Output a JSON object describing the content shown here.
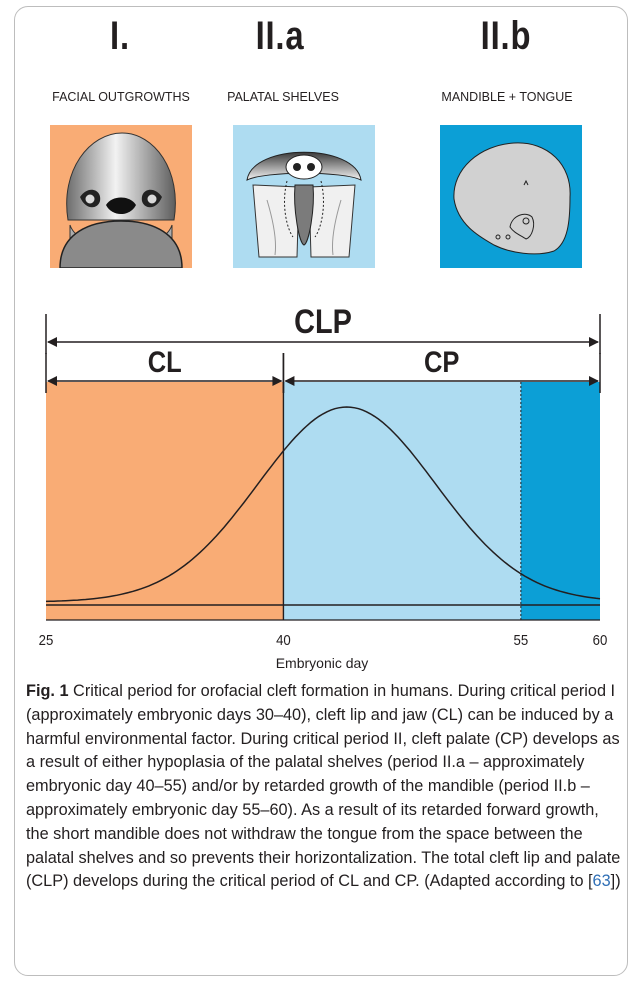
{
  "periods": [
    {
      "roman": "I.",
      "label": "FACIAL OUTGROWTHS",
      "panel_color": "#f9ac75"
    },
    {
      "roman": "II.a",
      "label": "PALATAL SHELVES",
      "panel_color": "#aedcf1"
    },
    {
      "roman": "II.b",
      "label": "MANDIBLE + TONGUE",
      "panel_color": "#0c9fd6"
    }
  ],
  "chart_data": {
    "type": "area",
    "title": "",
    "xlabel": "Embryonic day",
    "ylabel": "",
    "xlim": [
      25,
      60
    ],
    "ticks": [
      "25",
      "40",
      "55",
      "60"
    ],
    "tick_values": [
      25,
      40,
      55,
      60
    ],
    "regions": [
      {
        "name": "CL",
        "from": 25,
        "to": 40,
        "color": "#f9ac75"
      },
      {
        "name": "CP (II.a)",
        "from": 40,
        "to": 55,
        "color": "#aedcf1"
      },
      {
        "name": "CP (II.b)",
        "from": 55,
        "to": 60,
        "color": "#0c9fd6"
      }
    ],
    "spans": [
      {
        "label": "CLP",
        "from": 25,
        "to": 60
      },
      {
        "label": "CL",
        "from": 25,
        "to": 40
      },
      {
        "label": "CP",
        "from": 40,
        "to": 60
      }
    ],
    "curve": {
      "type": "gaussian",
      "peak_day": 44,
      "sd_days": 5.6,
      "peak_relative": 1.0
    }
  },
  "caption": {
    "fig_label": "Fig. 1",
    "text": " Critical period for orofacial cleft formation in humans. During critical period I (approximately embryonic days 30–40), cleft lip and jaw (CL) can be induced by a harmful environmental factor. During critical period II, cleft palate (CP) develops as a result of either hypoplasia of the palatal shelves (period II.a – approximately embryonic day 40–55) and/or by retarded growth of the mandible (period II.b – approximately embryonic day 55–60). As a result of its retarded forward growth, the short mandible does not withdraw the tongue from the space between the palatal shelves and so prevents their horizontalization. The total cleft lip and palate (CLP) develops during the critical period of CL and CP. (Adapted according to [",
    "ref": "63",
    "tail": "])"
  }
}
